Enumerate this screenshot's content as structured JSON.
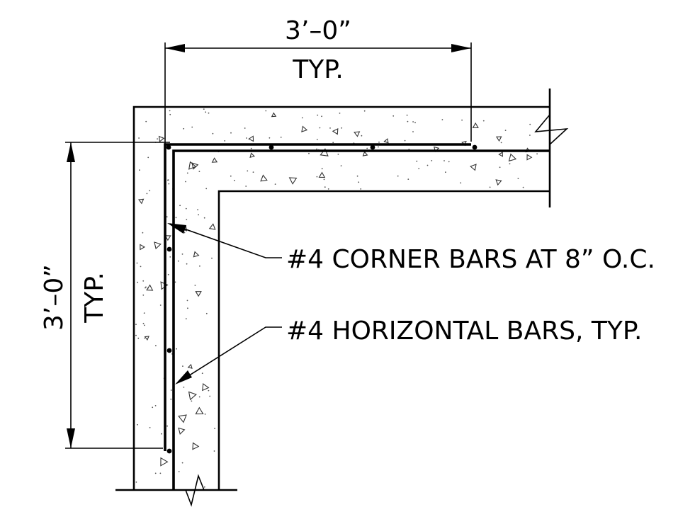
{
  "dimensions": {
    "horizontal": {
      "value": "3’–0”",
      "note": "TYP."
    },
    "vertical": {
      "value": "3’–0”",
      "note": "TYP."
    }
  },
  "callouts": [
    {
      "text": "#4 CORNER BARS AT 8” O.C."
    },
    {
      "text": "#4 HORIZONTAL BARS, TYP."
    }
  ]
}
